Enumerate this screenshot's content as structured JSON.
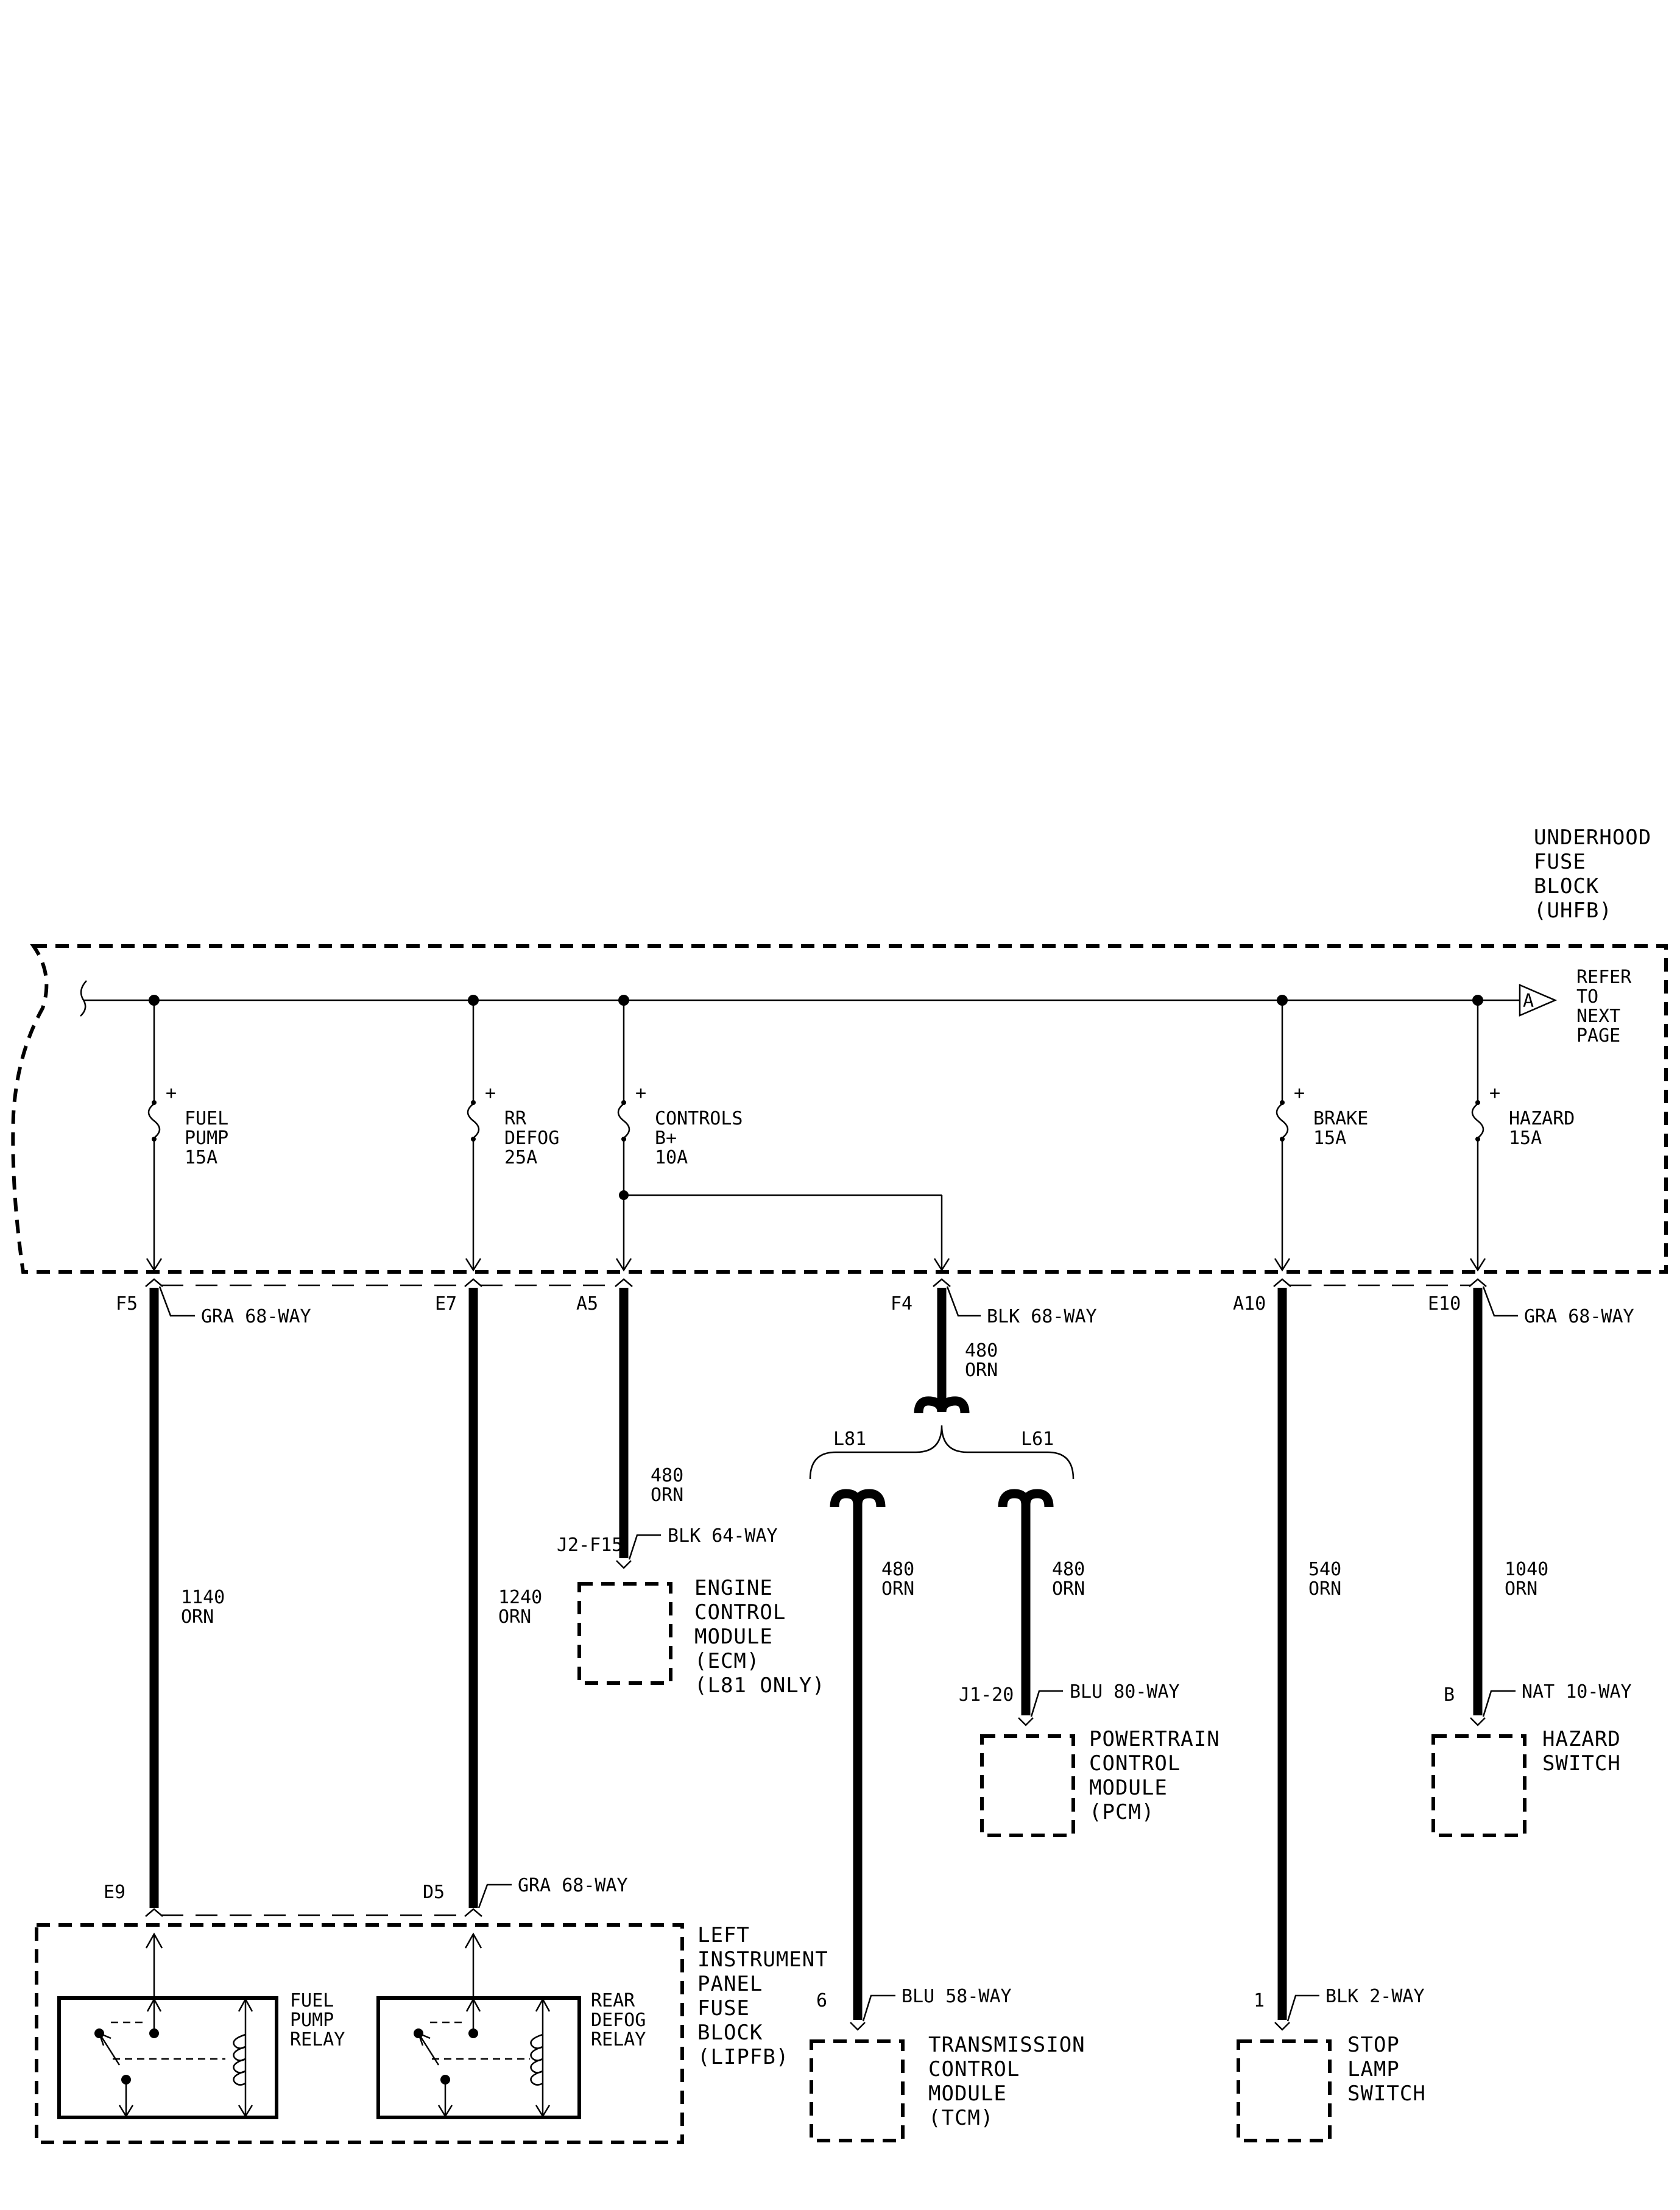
{
  "uhfb": {
    "name_lines": [
      "UNDERHOOD",
      "FUSE",
      "BLOCK",
      "(UHFB)"
    ]
  },
  "offpage": {
    "letter": "A",
    "text_lines": [
      "REFER",
      "TO",
      "NEXT",
      "PAGE"
    ]
  },
  "fuses": {
    "fuel_pump": {
      "lines": [
        "FUEL",
        "PUMP",
        "15A"
      ]
    },
    "rr_defog": {
      "lines": [
        "RR",
        "DEFOG",
        "25A"
      ]
    },
    "controls": {
      "lines": [
        "CONTROLS",
        "B+",
        "10A"
      ]
    },
    "brake": {
      "lines": [
        "BRAKE",
        "15A"
      ]
    },
    "hazard": {
      "lines": [
        "HAZARD",
        "15A"
      ]
    },
    "polarity": "+"
  },
  "uhfb_terminals": {
    "f5": {
      "pin": "F5",
      "connector": "GRA 68-WAY"
    },
    "e7": {
      "pin": "E7"
    },
    "a5": {
      "pin": "A5"
    },
    "f4": {
      "pin": "F4",
      "connector": "BLK 68-WAY"
    },
    "a10": {
      "pin": "A10"
    },
    "e10": {
      "pin": "E10",
      "connector": "GRA 68-WAY"
    }
  },
  "wires": {
    "w1140": {
      "circuit": "1140",
      "color": "ORN"
    },
    "w1240": {
      "circuit": "1240",
      "color": "ORN"
    },
    "w480_ecm": {
      "circuit": "480",
      "color": "ORN"
    },
    "w480_main": {
      "circuit": "480",
      "color": "ORN"
    },
    "w480_tcm": {
      "circuit": "480",
      "color": "ORN"
    },
    "w480_pcm": {
      "circuit": "480",
      "color": "ORN"
    },
    "w540": {
      "circuit": "540",
      "color": "ORN"
    },
    "w1040": {
      "circuit": "1040",
      "color": "ORN"
    }
  },
  "options": {
    "left": "L81",
    "right": "L61"
  },
  "ecm": {
    "pin": "J2-F15",
    "connector": "BLK 64-WAY",
    "name_lines": [
      "ENGINE",
      "CONTROL",
      "MODULE",
      "(ECM)",
      "(L81 ONLY)"
    ]
  },
  "pcm": {
    "pin": "J1-20",
    "connector": "BLU 80-WAY",
    "name_lines": [
      "POWERTRAIN",
      "CONTROL",
      "MODULE",
      "(PCM)"
    ]
  },
  "tcm": {
    "pin": "6",
    "connector": "BLU 58-WAY",
    "name_lines": [
      "TRANSMISSION",
      "CONTROL",
      "MODULE",
      "(TCM)"
    ]
  },
  "stop_lamp": {
    "pin": "1",
    "connector": "BLK 2-WAY",
    "name_lines": [
      "STOP",
      "LAMP",
      "SWITCH"
    ]
  },
  "hazard_switch": {
    "pin": "B",
    "connector": "NAT 10-WAY",
    "name_lines": [
      "HAZARD",
      "SWITCH"
    ]
  },
  "lipfb": {
    "name_lines": [
      "LEFT",
      "INSTRUMENT",
      "PANEL",
      "FUSE",
      "BLOCK",
      "(LIPFB)"
    ],
    "e9": {
      "pin": "E9"
    },
    "d5": {
      "pin": "D5",
      "connector": "GRA 68-WAY"
    },
    "fuel_relay": {
      "lines": [
        "FUEL",
        "PUMP",
        "RELAY"
      ]
    },
    "defog_relay": {
      "lines": [
        "REAR",
        "DEFOG",
        "RELAY"
      ]
    }
  }
}
